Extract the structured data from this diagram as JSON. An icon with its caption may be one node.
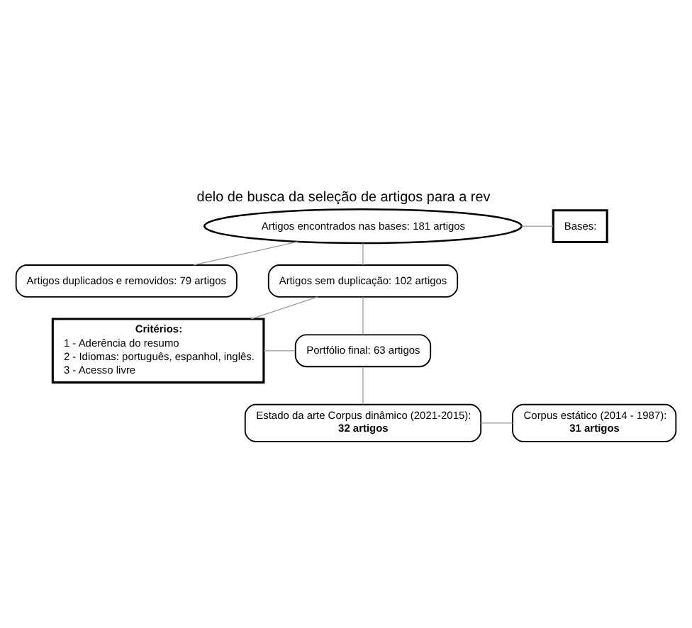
{
  "diagram": {
    "title": "delo de busca da seleção de artigos para a rev",
    "nodes": [
      {
        "text": [
          "Artigos encontrados nas bases: 181 artigos"
        ]
      },
      {
        "text": [
          "Bases:"
        ]
      },
      {
        "text": [
          "Artigos duplicados e removidos: 79 artigos"
        ]
      },
      {
        "text": [
          "Artigos sem duplicação: 102 artigos"
        ]
      },
      {
        "text": [
          "Critérios:",
          "1 - Aderência do resumo",
          "2 - Idiomas: português, espanhol, inglês.",
          "3 - Acesso livre"
        ]
      },
      {
        "text": [
          "Portfólio final: 63 artigos"
        ]
      },
      {
        "text": [
          "Estado da arte Corpus dinâmico (2021-2015):",
          "32 artigos"
        ]
      },
      {
        "text": [
          "Corpus estático (2014 - 1987):",
          "31 artigos"
        ]
      }
    ],
    "edges": [
      {
        "from": 0,
        "to": 1,
        "arrow": "none"
      },
      {
        "from": 0,
        "to": 2,
        "arrow": "none"
      },
      {
        "from": 0,
        "to": 3,
        "arrow": "none"
      },
      {
        "from": 3,
        "to": 4,
        "arrow": "none"
      },
      {
        "from": 5,
        "to": 4,
        "arrow": "none"
      },
      {
        "from": 3,
        "to": 5,
        "arrow": "none"
      },
      {
        "from": 5,
        "to": 6,
        "arrow": "none"
      },
      {
        "from": 6,
        "to": 7,
        "arrow": "none"
      }
    ]
  }
}
